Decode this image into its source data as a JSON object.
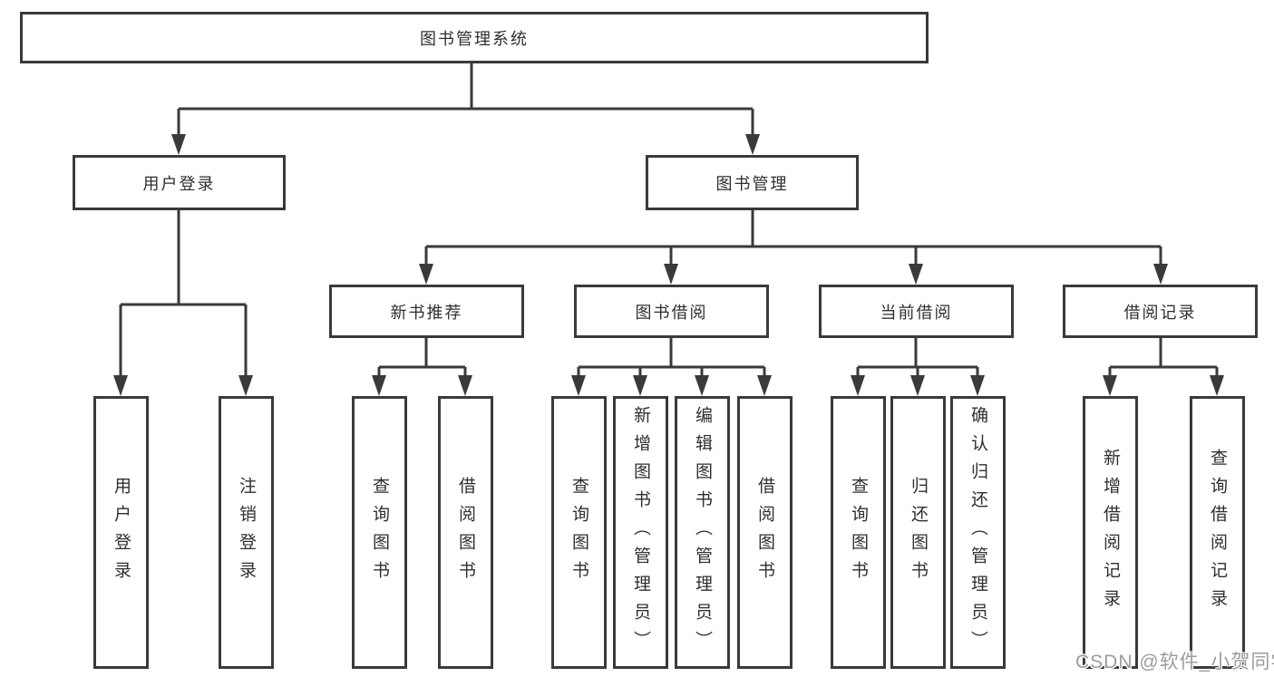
{
  "tree": {
    "label": "图书管理系统",
    "children": [
      {
        "label": "用户登录",
        "children": [
          {
            "label": "用户登录"
          },
          {
            "label": "注销登录"
          }
        ]
      },
      {
        "label": "图书管理",
        "children": [
          {
            "label": "新书推荐",
            "children": [
              {
                "label": "查询图书"
              },
              {
                "label": "借阅图书"
              }
            ]
          },
          {
            "label": "图书借阅",
            "children": [
              {
                "label": "查询图书"
              },
              {
                "label": "新增图书（管理员）"
              },
              {
                "label": "编辑图书（管理员）"
              },
              {
                "label": "借阅图书"
              }
            ]
          },
          {
            "label": "当前借阅",
            "children": [
              {
                "label": "查询图书"
              },
              {
                "label": "归还图书"
              },
              {
                "label": "确认归还（管理员）"
              }
            ]
          },
          {
            "label": "借阅记录",
            "children": [
              {
                "label": "新增借阅记录"
              },
              {
                "label": "查询借阅记录"
              }
            ]
          }
        ]
      }
    ]
  },
  "watermark": "CSDN @软件_小贺同学",
  "colors": {
    "line": "#3a3a3a",
    "box_border": "#3a3a3a",
    "text": "#2f2f2f",
    "background": "#ffffff",
    "watermark": "#9c9c9c"
  }
}
